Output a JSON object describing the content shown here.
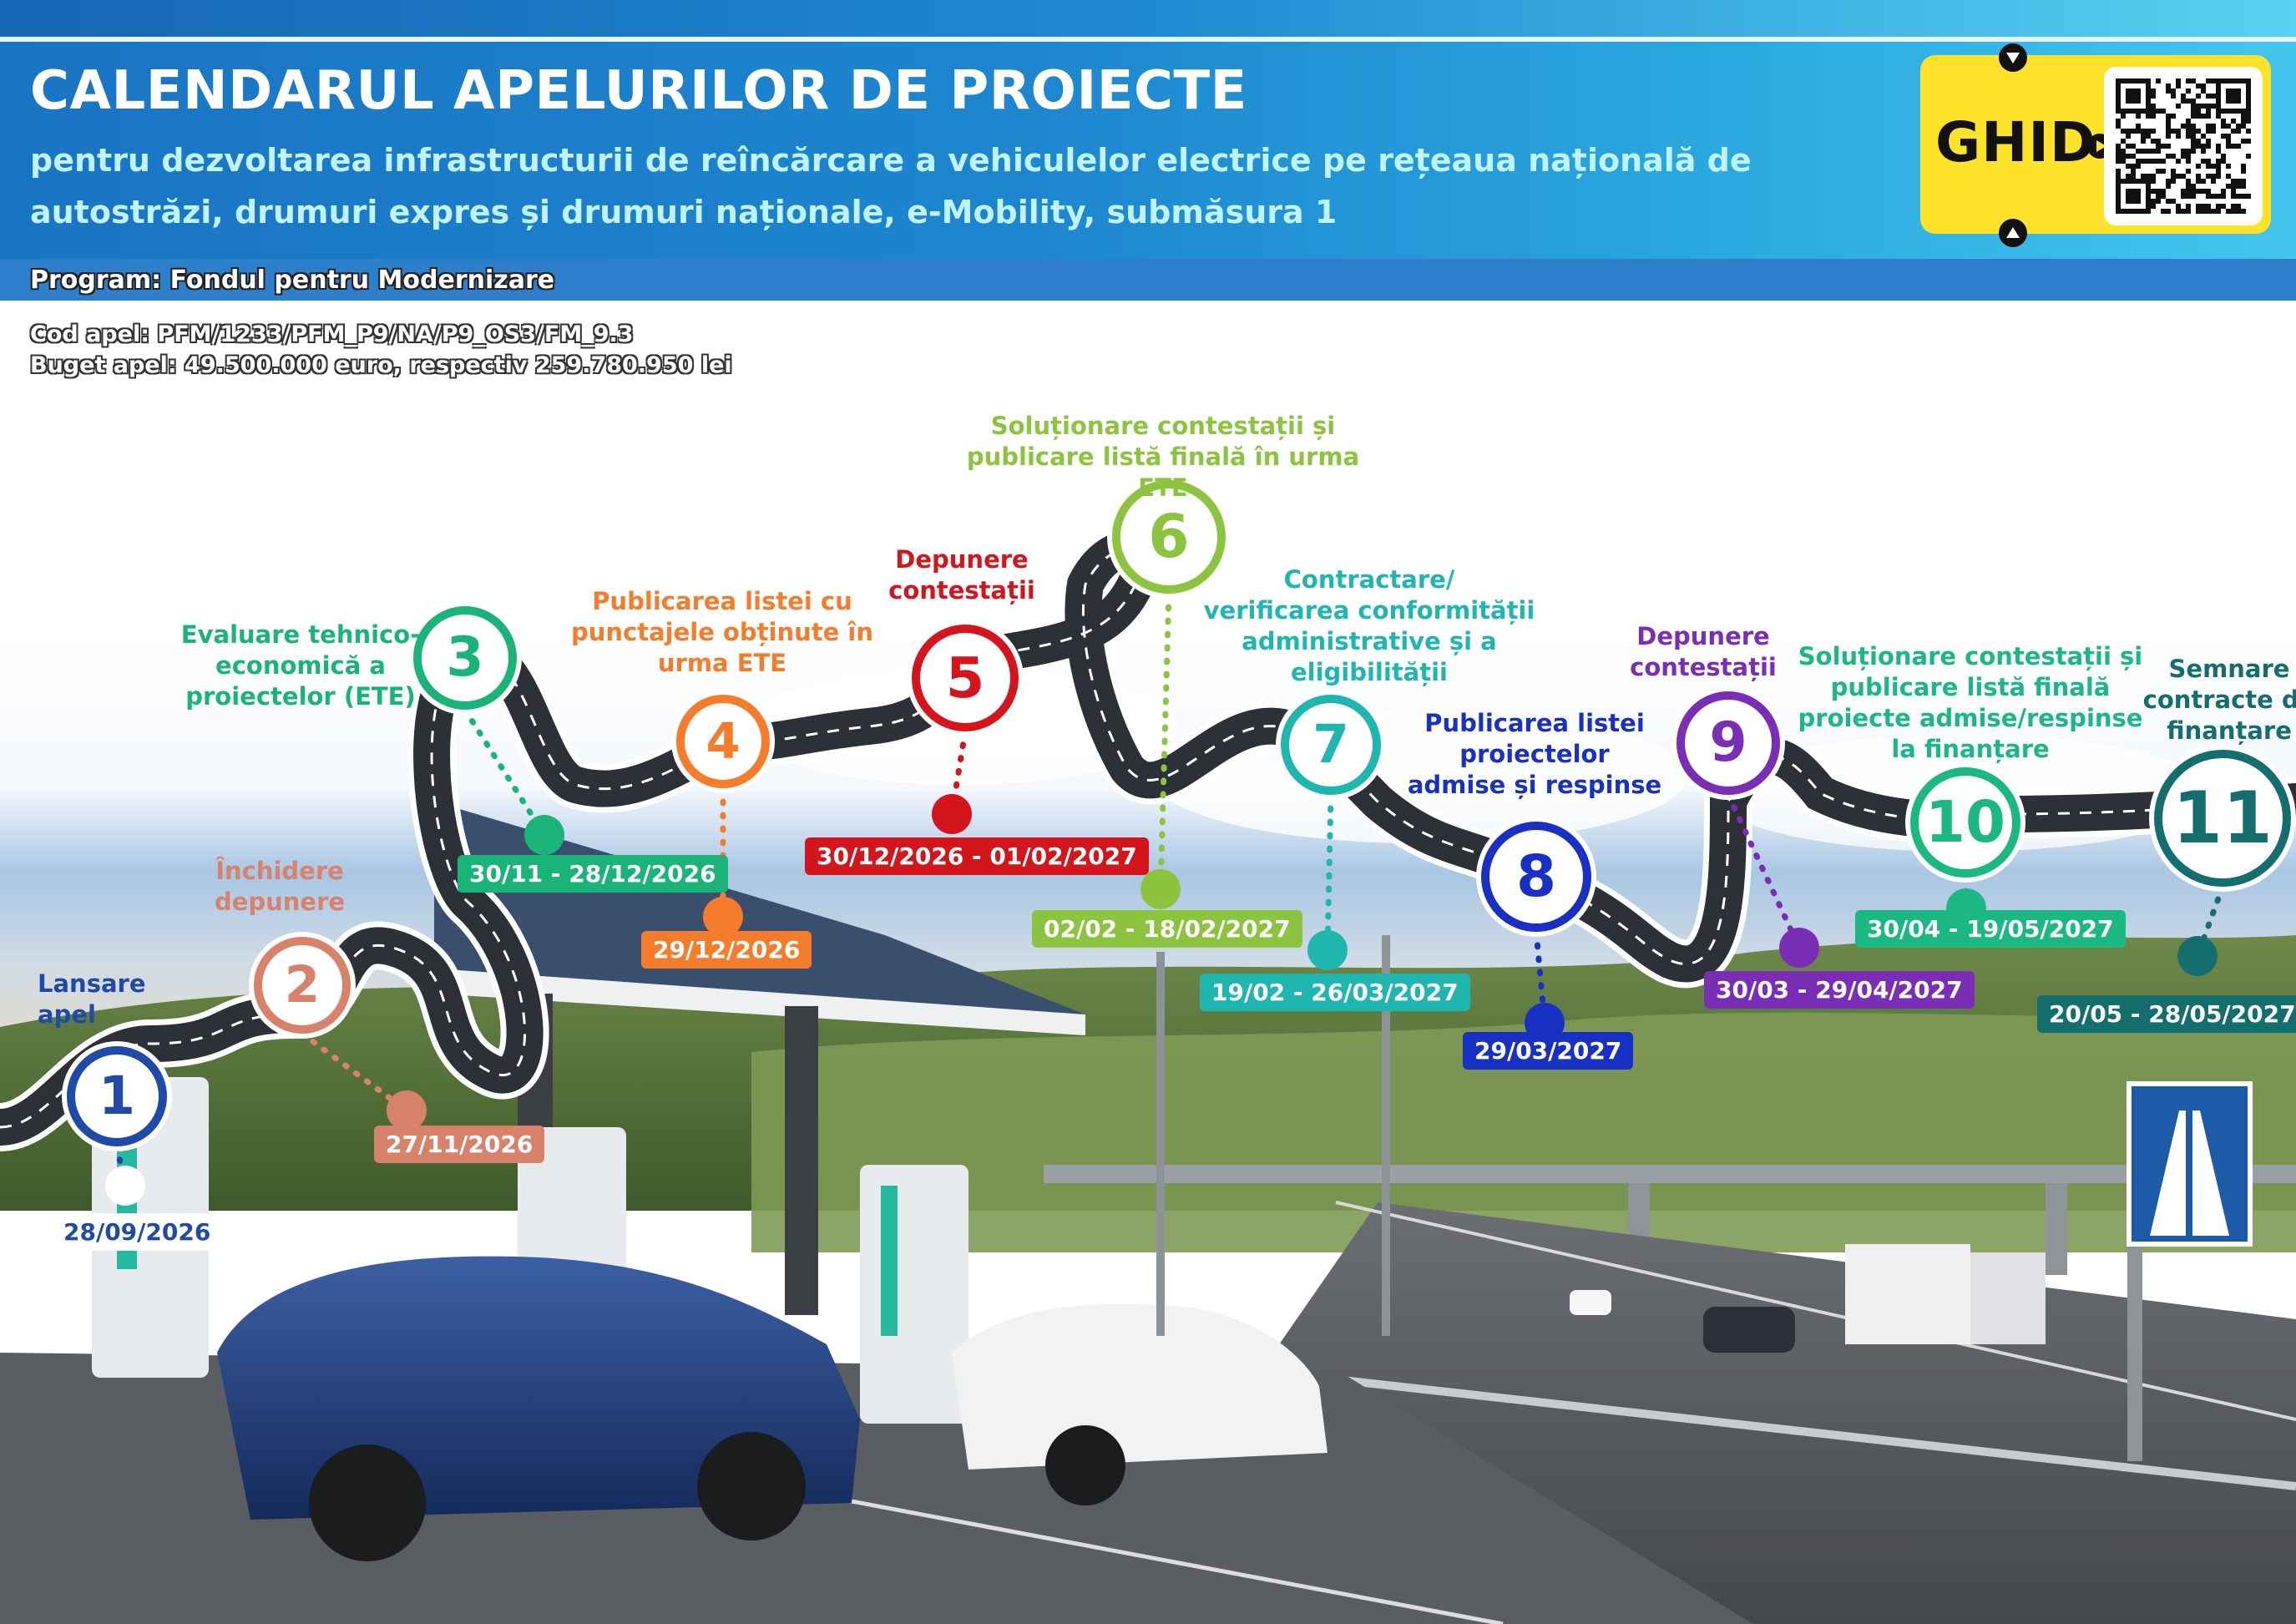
{
  "header": {
    "title": "CALENDARUL APELURILOR DE PROIECTE",
    "subtitle_line1": "pentru dezvoltarea infrastructurii de reîncărcare a vehiculelor electrice pe rețeaua națională de",
    "subtitle_line2": "autostrăzi, drumuri expres și drumuri naționale, e-Mobility, submăsura 1",
    "program": "Program: Fondul pentru Modernizare",
    "code": "Cod apel: PFM/1233/PFM_P9/NA/P9_OS3/FM_9.3",
    "budget": "Buget apel: 49.500.000 euro, respectiv 259.780.950 lei"
  },
  "ghid": {
    "label": "GHID",
    "icon": "qr-code-icon"
  },
  "steps": [
    {
      "n": "1",
      "label": "Lansare\napel",
      "date": "28/09/2026",
      "color": "#1f4aa8"
    },
    {
      "n": "2",
      "label": "Închidere\ndepunere",
      "date": "27/11/2026",
      "color": "#d9826b"
    },
    {
      "n": "3",
      "label": "Evaluare tehnico-\neconomică a\nproiectelor (ETE)",
      "date": "30/11 - 28/12/2026",
      "color": "#1ab47a"
    },
    {
      "n": "4",
      "label": "Publicarea listei cu\npunctajele obținute în\nurma ETE",
      "date": "29/12/2026",
      "color": "#f47c2a"
    },
    {
      "n": "5",
      "label": "Depunere\ncontestații",
      "date": "30/12/2026 - 01/02/2027",
      "color": "#d4151b"
    },
    {
      "n": "6",
      "label": "Soluționare contestații și\npublicare listă finală în urma ETE",
      "date": "02/02 - 18/02/2027",
      "color": "#8cc43f"
    },
    {
      "n": "7",
      "label": "Contractare/\nverificarea conformității\nadministrative și a\neligibilității",
      "date": "19/02 - 26/03/2027",
      "color": "#1fb6b0"
    },
    {
      "n": "8",
      "label": "Publicarea listei\nproiectelor\nadmise și respinse",
      "date": "29/03/2027",
      "color": "#1930c4"
    },
    {
      "n": "9",
      "label": "Depunere\ncontestații",
      "date": "30/03 - 29/04/2027",
      "color": "#7a2db5"
    },
    {
      "n": "10",
      "label": "Soluționare contestații și\npublicare listă finală\nproiecte admise/respinse\nla finanțare",
      "date": "30/04 - 19/05/2027",
      "color": "#1cb883"
    },
    {
      "n": "11",
      "label": "Semnare\ncontracte de\nfinanțare",
      "date": "20/05 - 28/05/2027",
      "color": "#146e6e"
    }
  ]
}
